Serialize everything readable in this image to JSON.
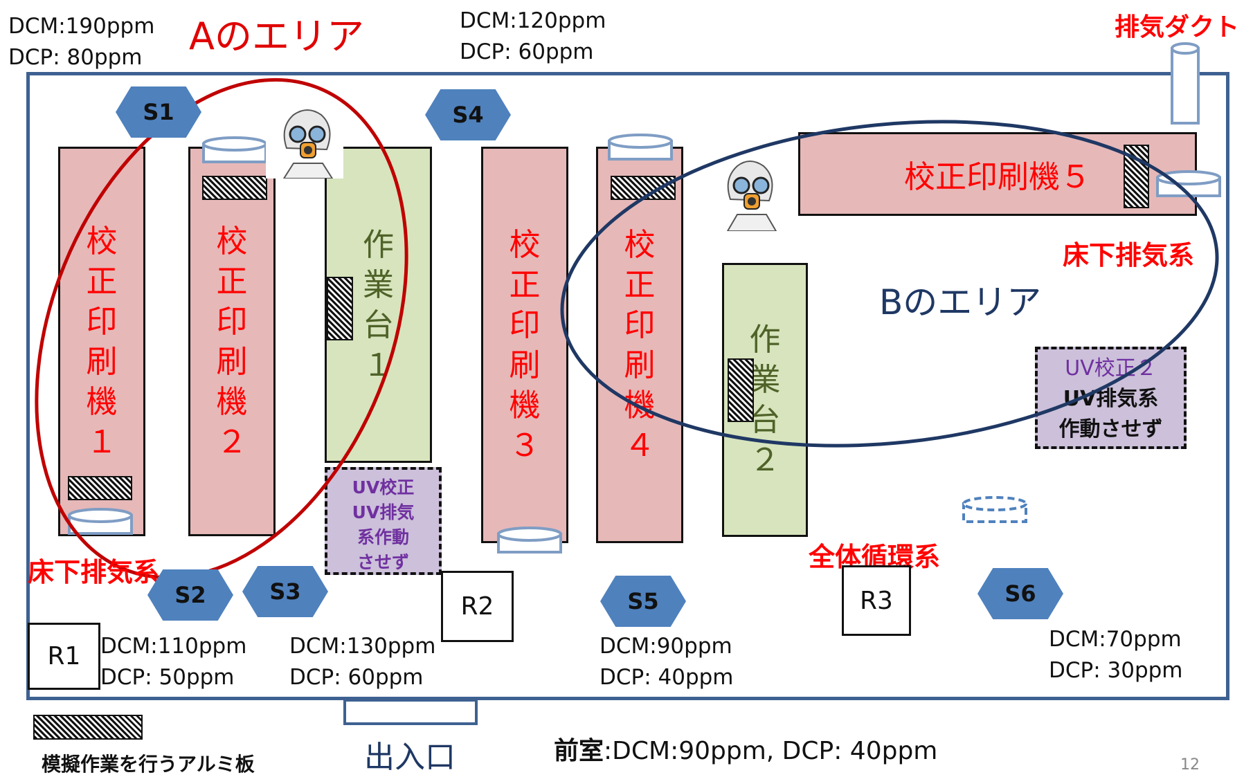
{
  "readings": {
    "s1": {
      "dcm": "DCM:190ppm",
      "dcp": "DCP: 80ppm"
    },
    "s4": {
      "dcm": "DCM:120ppm",
      "dcp": "DCP: 60ppm"
    },
    "s2": {
      "dcm": "DCM:110ppm",
      "dcp": "DCP: 50ppm"
    },
    "s3": {
      "dcm": "DCM:130ppm",
      "dcp": "DCP: 60ppm"
    },
    "s5": {
      "dcm": "DCM:90ppm",
      "dcp": "DCP: 40ppm"
    },
    "s6": {
      "dcm": "DCM:70ppm",
      "dcp": "DCP: 30ppm"
    }
  },
  "areas": {
    "a": "Aのエリア",
    "b": "Bのエリア"
  },
  "labels": {
    "exhaust_duct": "排気ダクト",
    "floor_exhaust_right": "床下排気系",
    "floor_exhaust_left": "床下排気系",
    "circulation": "全体循環系",
    "entrance": "出入口",
    "anteroom_label": "前室",
    "anteroom_values": ":DCM:90ppm,  DCP: 40ppm",
    "plate_legend": "模擬作業を行うアルミ板",
    "page_number": "12"
  },
  "machines": {
    "m1": [
      "校",
      "正",
      "印",
      "刷",
      "機",
      "１"
    ],
    "m2": [
      "校",
      "正",
      "印",
      "刷",
      "機",
      "２"
    ],
    "m3": [
      "校",
      "正",
      "印",
      "刷",
      "機",
      "３"
    ],
    "m4": [
      "校",
      "正",
      "印",
      "刷",
      "機",
      "４"
    ],
    "m5": "校正印刷機５"
  },
  "benches": {
    "b1": [
      "作",
      "業",
      "台",
      "１"
    ],
    "b2": [
      "作",
      "業",
      "台",
      "２"
    ]
  },
  "uv": {
    "uv1": [
      "UV校正",
      "UV排気",
      "系作動",
      "させず"
    ],
    "uv2": [
      "UV校正２",
      "UV排気系",
      "作動させず"
    ]
  },
  "sensors": {
    "s1": "S1",
    "s2": "S2",
    "s3": "S3",
    "s4": "S4",
    "s5": "S5",
    "s6": "S6"
  },
  "receptors": {
    "r1": "R1",
    "r2": "R2",
    "r3": "R3"
  },
  "colors": {
    "machine_fill": "#e6b8b8",
    "bench_fill": "#d7e4bd",
    "uv_fill": "#ccc0da",
    "sensor_fill": "#4f81bd",
    "room_border": "#3e6191",
    "area_a_ellipse": "#c00000",
    "area_b_ellipse": "#1f3864",
    "red_text": "#ff0000"
  }
}
